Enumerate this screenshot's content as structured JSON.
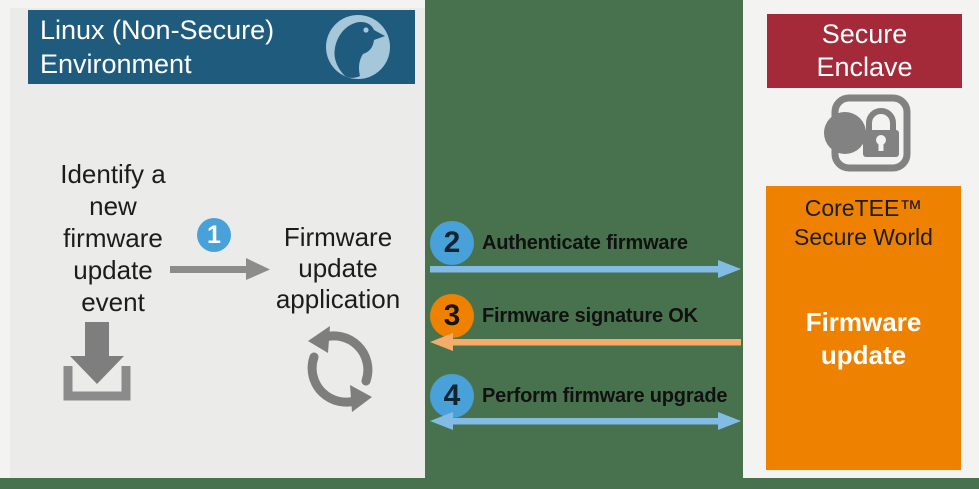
{
  "left_panel": {
    "header": {
      "title": "Linux (Non-Secure)\nEnvironment"
    },
    "event_label": "Identify a\nnew\nfirmware\nupdate\nevent",
    "step1": {
      "number": "1"
    },
    "app_label": "Firmware\nupdate\napplication"
  },
  "flow_steps": [
    {
      "number": "2",
      "label": "Authenticate firmware",
      "arrow_direction": "right",
      "arrow_color": "blue"
    },
    {
      "number": "3",
      "label": "Firmware signature OK",
      "arrow_direction": "left",
      "arrow_color": "orange"
    },
    {
      "number": "4",
      "label": "Perform firmware upgrade",
      "arrow_direction": "both",
      "arrow_color": "blue"
    }
  ],
  "right_panel": {
    "header": {
      "title": "Secure\nEnclave"
    },
    "secure_world": {
      "title": "CoreTEE™\nSecure World",
      "label": "Firmware\nupdate"
    }
  },
  "icons": {
    "penguin": "🐧",
    "download": "⤓",
    "refresh": "⟲",
    "lock": "🔒",
    "arrow_right": "→",
    "arrow_left": "←",
    "arrow_both": "↔"
  },
  "colors": {
    "linux_header_bg": "#1e5b7c",
    "secure_header_bg": "#a42a3a",
    "secure_world_bg": "#ee8200",
    "middle_band_bg": "#48724e",
    "panel_bg": "#ebebe9",
    "page_bg": "#f3f3f1",
    "step_badge_blue": "#49a1d9",
    "step_badge_orange": "#ee8200",
    "arrow_blue": "#82bce4",
    "arrow_orange": "#f3ad69",
    "icon_gray": "#7e7e7e"
  }
}
